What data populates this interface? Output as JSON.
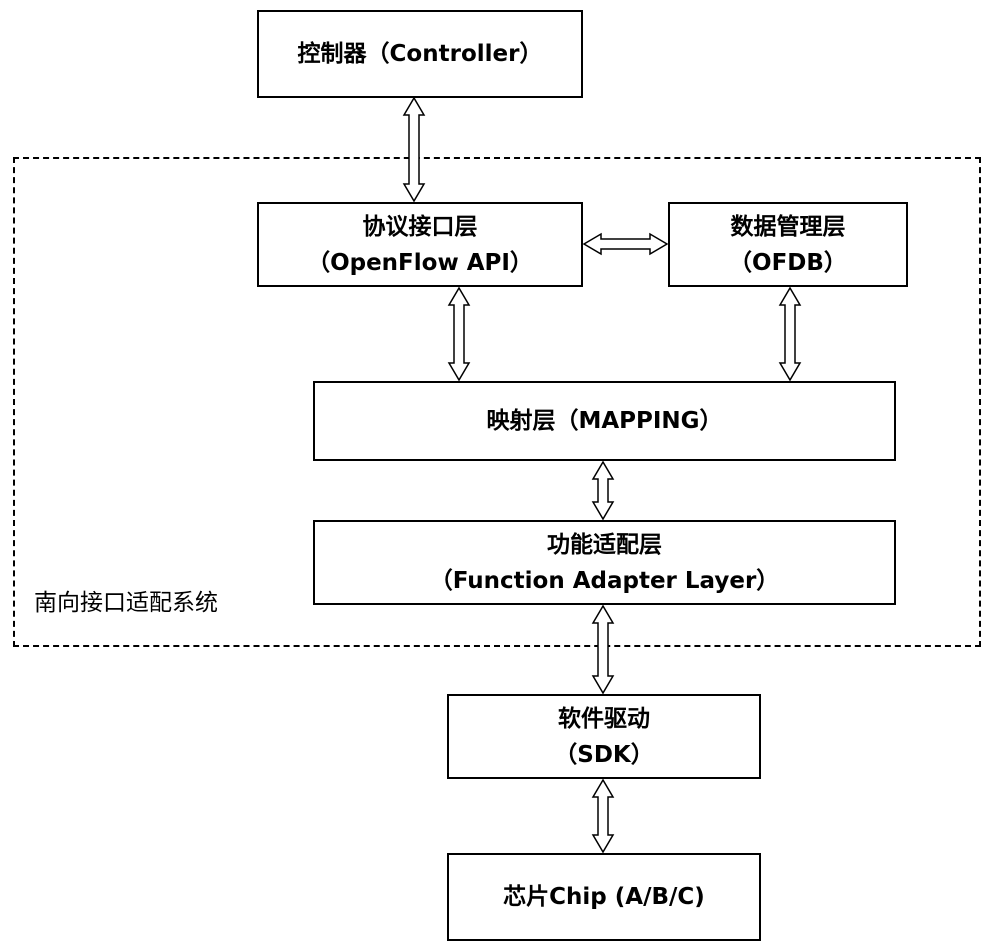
{
  "diagram": {
    "controller": {
      "label": "控制器（Controller）"
    },
    "region": {
      "label": "南向接口适配系统"
    },
    "protocol_layer": {
      "line1": "协议接口层",
      "line2": "（OpenFlow API）"
    },
    "data_mgmt_layer": {
      "line1": "数据管理层",
      "line2": "（OFDB）"
    },
    "mapping_layer": {
      "label": "映射层（MAPPING）"
    },
    "function_adapter_layer": {
      "line1": "功能适配层",
      "line2": "（Function Adapter Layer）"
    },
    "sdk": {
      "line1": "软件驱动",
      "line2": "（SDK）"
    },
    "chip": {
      "label": "芯片Chip (A/B/C)"
    },
    "connections": [
      {
        "from": "controller",
        "to": "protocol_layer",
        "style": "double-arrow"
      },
      {
        "from": "protocol_layer",
        "to": "data_mgmt_layer",
        "style": "double-arrow"
      },
      {
        "from": "protocol_layer",
        "to": "mapping_layer",
        "style": "double-arrow"
      },
      {
        "from": "data_mgmt_layer",
        "to": "mapping_layer",
        "style": "double-arrow"
      },
      {
        "from": "mapping_layer",
        "to": "function_adapter_layer",
        "style": "double-arrow"
      },
      {
        "from": "function_adapter_layer",
        "to": "sdk",
        "style": "double-arrow"
      },
      {
        "from": "sdk",
        "to": "chip",
        "style": "double-arrow"
      }
    ]
  }
}
